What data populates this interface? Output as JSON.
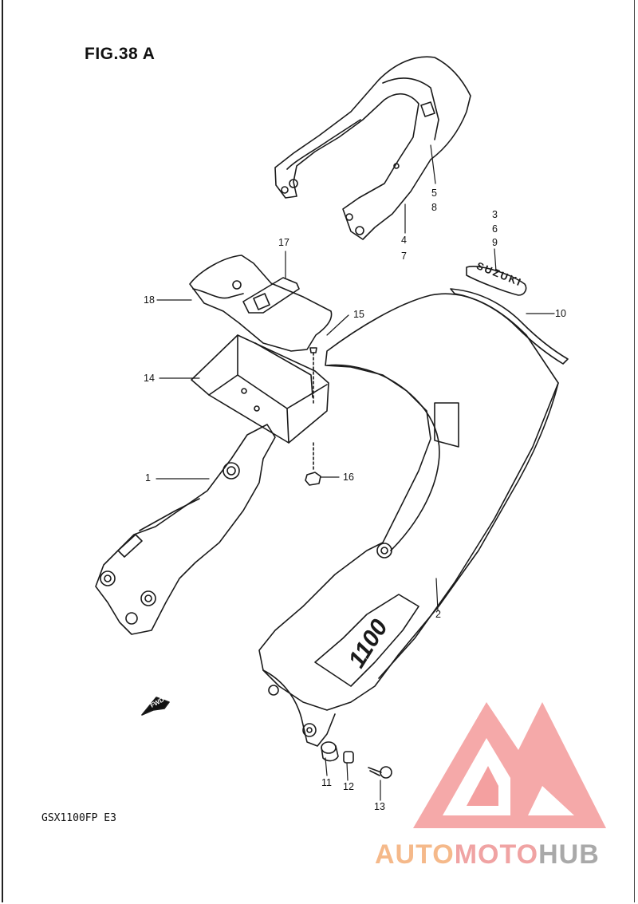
{
  "figure": {
    "title": "FIG.38 A",
    "model": "GSX1100FP  E3"
  },
  "callouts": {
    "c1": "1",
    "c2": "2",
    "c3": "3",
    "c4": "4",
    "c5": "5",
    "c6": "6",
    "c7": "7",
    "c8": "8",
    "c9": "9",
    "c10": "10",
    "c11": "11",
    "c12": "12",
    "c13": "13",
    "c14": "14",
    "c15": "15",
    "c16": "16",
    "c17": "17",
    "c18": "18"
  },
  "decals": {
    "emblem": "SUZUKI",
    "model_badge": "1100",
    "direction": "FWD"
  },
  "watermark": {
    "word1": "AUTO",
    "word2": "MOTO",
    "word3": "HUB"
  },
  "colors": {
    "line": "#1a1a1a",
    "logo_outer": "#f4a0a0",
    "logo_inner": "#f4a0a0",
    "auto": "#f5b98a",
    "moto": "#f0a3a3",
    "hub": "#a9a9a9"
  }
}
